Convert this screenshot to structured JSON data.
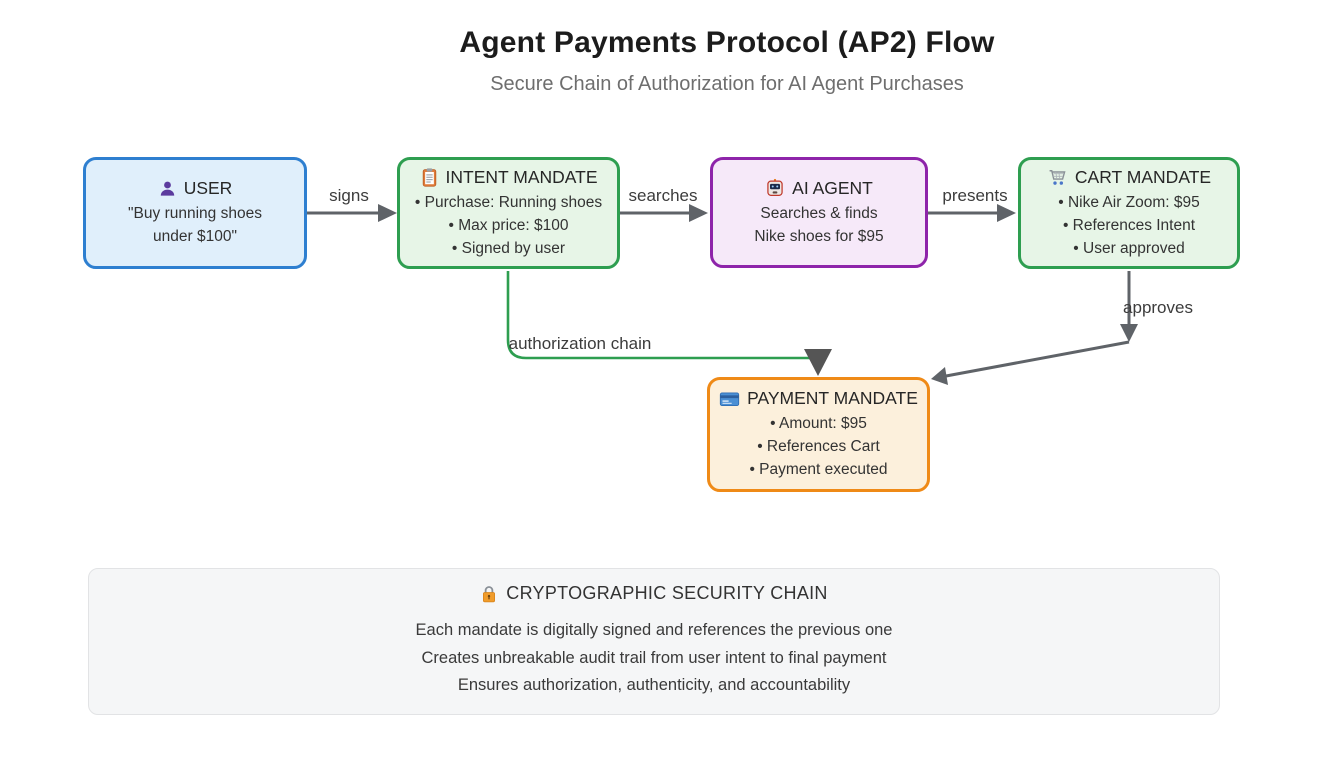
{
  "header": {
    "title": "Agent Payments Protocol (AP2) Flow",
    "subtitle": "Secure Chain of Authorization for AI Agent Purchases"
  },
  "nodes": {
    "user": {
      "icon": "user-icon",
      "title": "USER",
      "lines": [
        "\"Buy running shoes",
        "under $100\""
      ]
    },
    "intent": {
      "icon": "clipboard-icon",
      "title": "INTENT MANDATE",
      "lines": [
        "• Purchase: Running shoes",
        "• Max price: $100",
        "• Signed by user"
      ]
    },
    "agent": {
      "icon": "robot-icon",
      "title": "AI AGENT",
      "lines": [
        "Searches & finds",
        "Nike shoes for $95"
      ]
    },
    "cart": {
      "icon": "cart-icon",
      "title": "CART MANDATE",
      "lines": [
        "• Nike Air Zoom: $95",
        "• References Intent",
        "• User approved"
      ]
    },
    "payment": {
      "icon": "credit-card-icon",
      "title": "PAYMENT MANDATE",
      "lines": [
        "• Amount: $95",
        "• References Cart",
        "• Payment executed"
      ]
    }
  },
  "edges": {
    "user_to_intent": "signs",
    "intent_to_agent": "searches",
    "agent_to_cart": "presents",
    "cart_to_payment": "approves",
    "intent_to_payment": "authorization chain"
  },
  "security": {
    "icon": "lock-icon",
    "title": "CRYPTOGRAPHIC SECURITY CHAIN",
    "lines": [
      "Each mandate is digitally signed and references the previous one",
      "Creates unbreakable audit trail from user intent to final payment",
      "Ensures authorization, authenticity, and accountability"
    ]
  },
  "colors": {
    "user_border": "#2E7FD0",
    "user_fill": "#E0EFFB",
    "mandate_border": "#2E9E50",
    "mandate_fill": "#E7F5E7",
    "agent_border": "#8E24AA",
    "agent_fill": "#F6E9F9",
    "payment_border": "#EF8A17",
    "payment_fill": "#FCF0DC",
    "arrow_gray": "#5F6368",
    "chain_green": "#2E9E50",
    "security_fill": "#F5F6F7",
    "security_border": "#E2E3E5",
    "user_icon_purple": "#5B3B9E",
    "lock_orange": "#F09C2B"
  }
}
